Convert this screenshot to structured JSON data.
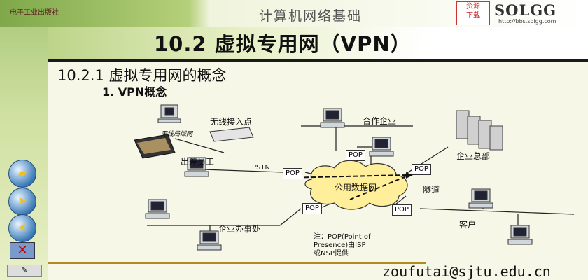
{
  "header": {
    "top_left_caption": "电子工业出版社",
    "course_title": "计算机网络基础",
    "resource_badge_line1": "资源",
    "resource_badge_line2": "下载",
    "logo_text": "SOLGG",
    "logo_url": "http://bbs.solgg.com"
  },
  "slide": {
    "title": "10.2  虚拟专用网（VPN）",
    "section": "10.2.1  虚拟专用网的概念",
    "subsection": "1.  VPN概念"
  },
  "diagram": {
    "wireless_ap": "无线接入点",
    "wlan": "无线局域网",
    "traveling_staff": "出差员工",
    "pstn": "PSTN",
    "partner": "合作企业",
    "hq": "企业总部",
    "public_network": "公用数据网",
    "tunnel": "隧道",
    "branch": "企业办事处",
    "customer": "客户",
    "pop": "POP",
    "note_line1": "注：POP(Point of",
    "note_line2": "Presence)由ISP",
    "note_line3": "或NSP提供"
  },
  "footer": {
    "email": "zoufutai@sjtu.edu.cn"
  },
  "colors": {
    "accent_green": "#7fa84a",
    "rule_gold": "#b08a20",
    "nav_blue": "#3a7ab8"
  }
}
